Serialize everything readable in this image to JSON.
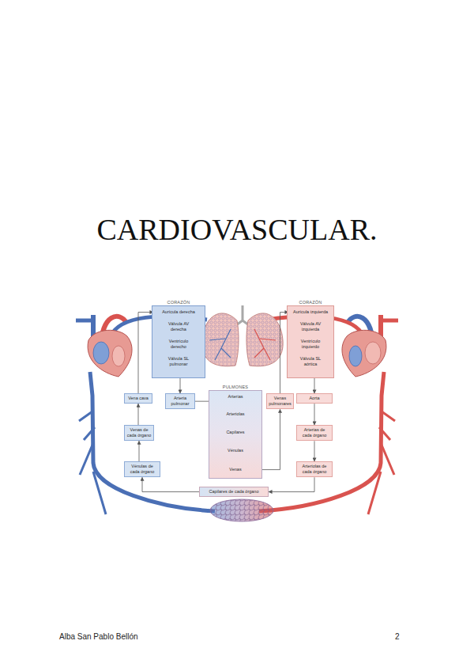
{
  "diagram": {
    "title": "CARDIOVASCULAR.",
    "nodes": [
      {
        "text": [
          "CORAZÓN"
        ]
      },
      {
        "text": [
          "Aurícula derecha"
        ],
        "in": 0
      },
      {
        "text": [
          "Válvula AV derecha"
        ],
        "in": 0
      },
      {
        "text": [
          "Ventrículo derecho"
        ],
        "in": 0
      },
      {
        "text": [
          "Válvula SL pulmonar"
        ],
        "in": 0
      },
      {
        "text": [
          "CORAZÓN"
        ]
      },
      {
        "text": [
          "Aurícula izquierda"
        ],
        "in": 5
      },
      {
        "text": [
          "Válvula AV izquierda"
        ],
        "in": 5
      },
      {
        "text": [
          "Ventrículo izquierdo"
        ],
        "in": 5
      },
      {
        "text": [
          "Válvula SL aórtica"
        ],
        "in": 5
      },
      {
        "text": [
          "Vena cava"
        ]
      },
      {
        "text": [
          "Arteria pulmonar"
        ]
      },
      {
        "text": [
          "PULMONES"
        ]
      },
      {
        "text": [
          "Arterias"
        ],
        "in": 12
      },
      {
        "text": [
          "Arteriolas"
        ],
        "in": 12
      },
      {
        "text": [
          "Capilares"
        ],
        "in": 12
      },
      {
        "text": [
          "Vénulas"
        ],
        "in": 12
      },
      {
        "text": [
          "Venas"
        ],
        "in": 12
      },
      {
        "text": [
          "Venas pulmonares"
        ]
      },
      {
        "text": [
          "Aorta"
        ]
      },
      {
        "text": [
          "Venas de cada órgano"
        ]
      },
      {
        "text": [
          "Arterias de cada órgano"
        ]
      },
      {
        "text": [
          "Vénulas de cada órgano"
        ]
      },
      {
        "text": [
          "Arteriolas de cada órgano"
        ]
      },
      {
        "text": [
          "Capilares de cada órgano"
        ]
      }
    ],
    "edges": [
      {
        "from": 1,
        "to": 2,
        "arrow": "to"
      },
      {
        "from": 2,
        "to": 3,
        "arrow": "to"
      },
      {
        "from": 3,
        "to": 4,
        "arrow": "to"
      },
      {
        "from": 4,
        "to": 11,
        "arrow": "to"
      },
      {
        "from": 11,
        "to": 13,
        "arrow": "to"
      },
      {
        "from": 13,
        "to": 14,
        "arrow": "to"
      },
      {
        "from": 14,
        "to": 15,
        "arrow": "to"
      },
      {
        "from": 15,
        "to": 16,
        "arrow": "to"
      },
      {
        "from": 16,
        "to": 17,
        "arrow": "to"
      },
      {
        "from": 17,
        "to": 18,
        "arrow": "to"
      },
      {
        "from": 18,
        "to": 6,
        "arrow": "to"
      },
      {
        "from": 6,
        "to": 7,
        "arrow": "to"
      },
      {
        "from": 7,
        "to": 8,
        "arrow": "to"
      },
      {
        "from": 8,
        "to": 9,
        "arrow": "to"
      },
      {
        "from": 9,
        "to": 19,
        "arrow": "to"
      },
      {
        "from": 19,
        "to": 21,
        "arrow": "to"
      },
      {
        "from": 21,
        "to": 23,
        "arrow": "to"
      },
      {
        "from": 23,
        "to": 24,
        "arrow": "to"
      },
      {
        "from": 24,
        "to": 22,
        "arrow": "to"
      },
      {
        "from": 22,
        "to": 20,
        "arrow": "to"
      },
      {
        "from": 20,
        "to": 10,
        "arrow": "to"
      },
      {
        "from": 10,
        "to": 1,
        "arrow": "to"
      }
    ],
    "labels": [
      "Alba San Pablo Bellón",
      "2"
    ]
  }
}
